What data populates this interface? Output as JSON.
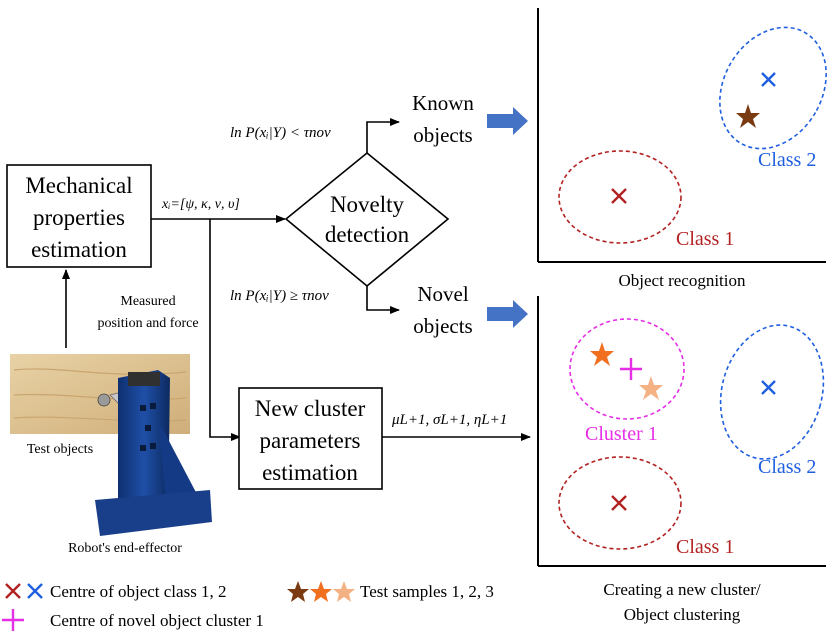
{
  "boxes": {
    "mech": [
      "Mechanical",
      "properties",
      "estimation"
    ],
    "newcluster": [
      "New cluster",
      "parameters",
      "estimation"
    ],
    "novelty": [
      "Novelty",
      "detection"
    ]
  },
  "labels": {
    "xi_vector": "xᵢ=[ψ, κ, ν, υ]",
    "measured": [
      "Measured",
      "position and force"
    ],
    "known": [
      "Known",
      "objects"
    ],
    "novel": [
      "Novel",
      "objects"
    ],
    "cond_known": "ln P(xᵢ|Y) < τnov",
    "cond_novel": "ln P(xᵢ|Y) ≥ τnov",
    "params": "μL+1, σL+1, ηL+1",
    "test_objects": "Test objects",
    "end_effector": "Robot's end-effector"
  },
  "plots": {
    "recognition": {
      "title": "Object recognition",
      "class1": "Class 1",
      "class2": "Class 2"
    },
    "clustering": {
      "title": [
        "Creating a new cluster/",
        "Object clustering"
      ],
      "cluster1": "Cluster 1",
      "class1": "Class 1",
      "class2": "Class 2"
    }
  },
  "legend": {
    "centres": "Centre of object class 1, 2",
    "tests": "Test samples 1, 2, 3",
    "novel_centre": "Centre of novel object cluster 1"
  },
  "colors": {
    "class1": "#b22222",
    "class2": "#1f5fe0",
    "cluster1": "#e62ee6",
    "star1": "#7a3a12",
    "star2": "#f07020",
    "star3": "#f4b183",
    "arrow_fill": "#4472c4"
  }
}
